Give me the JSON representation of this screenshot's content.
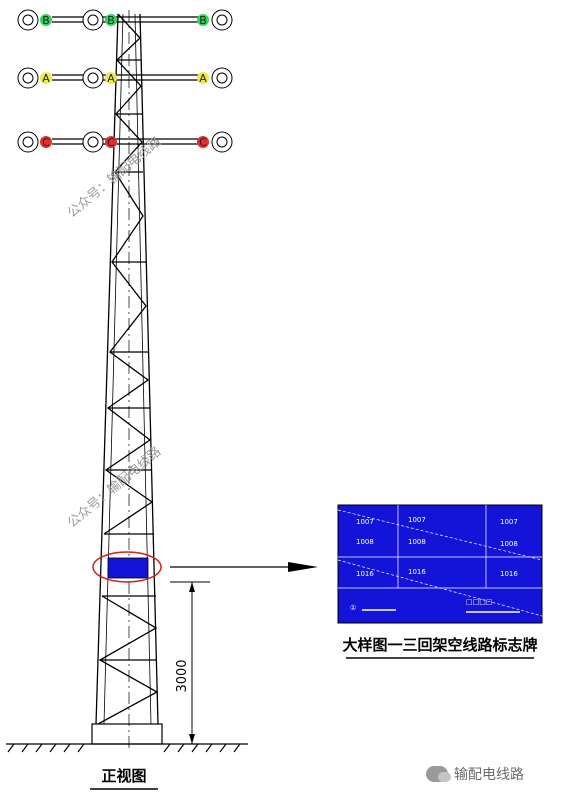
{
  "phases": [
    {
      "label": "B",
      "color": "#2ed65a"
    },
    {
      "label": "A",
      "color": "#ecec47"
    },
    {
      "label": "C",
      "color": "#e23030"
    }
  ],
  "watermark": "公众号：输配电线路",
  "sign": {
    "background": "#1414d8",
    "cells": [
      "1007",
      "1007",
      "1007",
      "1008",
      "1008",
      "1008",
      "1016",
      "1016",
      "1016"
    ],
    "footer_left": "①",
    "footer_right": "□□□□"
  },
  "dimension": "3000",
  "caption_detail": "大样图一三回架空线路标志牌",
  "caption_front": "正视图",
  "logo_text": "输配电线路"
}
